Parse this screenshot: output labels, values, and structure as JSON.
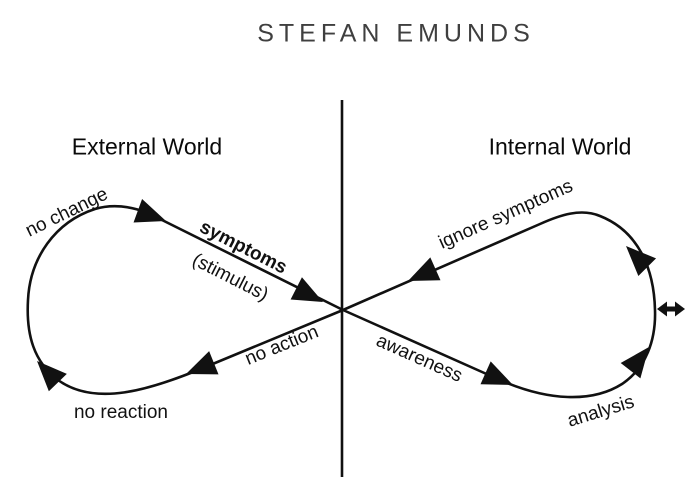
{
  "title": "STEFAN EMUNDS",
  "headers": {
    "left": "External World",
    "right": "Internal World"
  },
  "labels": {
    "no_change": "no change",
    "symptoms": "symptoms",
    "stimulus": "(stimulus)",
    "no_action": "no action",
    "no_reaction": "no reaction",
    "ignore_symptoms": "ignore symptoms",
    "awareness": "awareness",
    "analysis": "analysis"
  },
  "icons": {
    "double_arrow": "horizontal-double-headed-arrow",
    "flow_arrowhead": "filled-triangle-arrowhead"
  },
  "colors": {
    "ink": "#111111",
    "title_text": "#3f3f3f",
    "background": "#ffffff"
  }
}
